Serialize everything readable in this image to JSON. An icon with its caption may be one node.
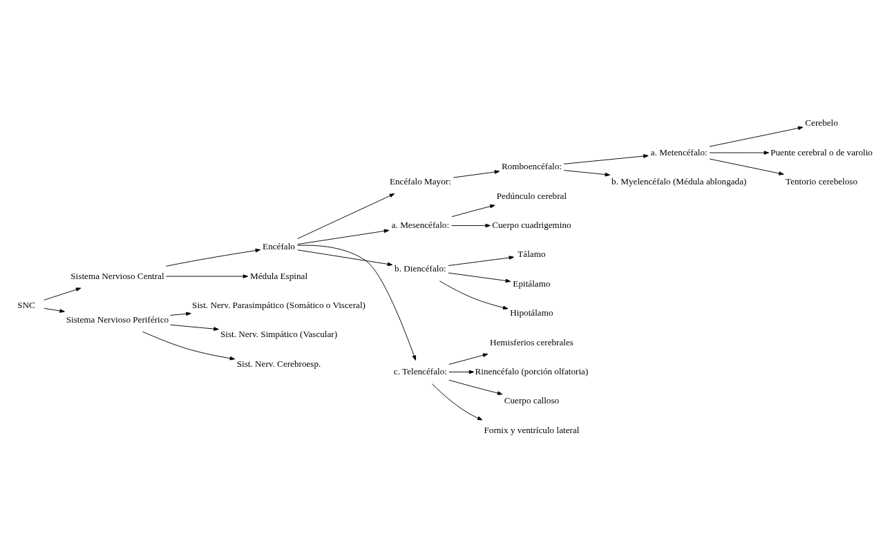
{
  "diagram": {
    "nodes": [
      {
        "text": [
          "SNC"
        ]
      },
      {
        "text": [
          "Sistema Nervioso Central"
        ]
      },
      {
        "text": [
          "Sistema Nervioso Periférico"
        ]
      },
      {
        "text": [
          "Sist. Nerv. Parasimpático (Somático o Visceral)"
        ]
      },
      {
        "text": [
          "Sist. Nerv. Simpático (Vascular)"
        ]
      },
      {
        "text": [
          "Sist. Nerv. Cerebroesp."
        ]
      },
      {
        "text": [
          "Encéfalo"
        ]
      },
      {
        "text": [
          "Médula Espinal"
        ]
      },
      {
        "text": [
          "Encéfalo Mayor:"
        ]
      },
      {
        "text": [
          "Romboencéfalo:"
        ]
      },
      {
        "text": [
          "a. Metencéfalo:"
        ]
      },
      {
        "text": [
          "Cerebelo"
        ]
      },
      {
        "text": [
          "Puente cerebral o de varolio"
        ]
      },
      {
        "text": [
          "Tentorio cerebeloso"
        ]
      },
      {
        "text": [
          "b. Myelencéfalo (Médula ablongada)"
        ]
      },
      {
        "text": [
          "a. Mesencéfalo:"
        ]
      },
      {
        "text": [
          "Pedúnculo cerebral"
        ]
      },
      {
        "text": [
          "Cuerpo cuadrigemino"
        ]
      },
      {
        "text": [
          "b. Diencéfalo:"
        ]
      },
      {
        "text": [
          "Tálamo"
        ]
      },
      {
        "text": [
          "Epitálamo"
        ]
      },
      {
        "text": [
          "Hipotálamo"
        ]
      },
      {
        "text": [
          "c. Telencéfalo:"
        ]
      },
      {
        "text": [
          "Hemisferios cerebrales"
        ]
      },
      {
        "text": [
          "Rinencéfalo (porción olfatoria)"
        ]
      },
      {
        "text": [
          "Cuerpo calloso"
        ]
      },
      {
        "text": [
          "Fornix y ventrículo lateral"
        ]
      }
    ],
    "edges": [
      {
        "from": 0,
        "to": 1,
        "arrow": "to"
      },
      {
        "from": 0,
        "to": 2,
        "arrow": "to"
      },
      {
        "from": 2,
        "to": 3,
        "arrow": "to"
      },
      {
        "from": 2,
        "to": 4,
        "arrow": "to"
      },
      {
        "from": 2,
        "to": 5,
        "arrow": "to"
      },
      {
        "from": 1,
        "to": 6,
        "arrow": "to"
      },
      {
        "from": 1,
        "to": 7,
        "arrow": "to"
      },
      {
        "from": 6,
        "to": 8,
        "arrow": "to"
      },
      {
        "from": 6,
        "to": 15,
        "arrow": "to"
      },
      {
        "from": 6,
        "to": 18,
        "arrow": "to"
      },
      {
        "from": 6,
        "to": 22,
        "arrow": "to"
      },
      {
        "from": 8,
        "to": 9,
        "arrow": "to"
      },
      {
        "from": 9,
        "to": 10,
        "arrow": "to"
      },
      {
        "from": 9,
        "to": 14,
        "arrow": "to"
      },
      {
        "from": 10,
        "to": 11,
        "arrow": "to"
      },
      {
        "from": 10,
        "to": 12,
        "arrow": "to"
      },
      {
        "from": 10,
        "to": 13,
        "arrow": "to"
      },
      {
        "from": 15,
        "to": 16,
        "arrow": "to"
      },
      {
        "from": 15,
        "to": 17,
        "arrow": "to"
      },
      {
        "from": 18,
        "to": 19,
        "arrow": "to"
      },
      {
        "from": 18,
        "to": 20,
        "arrow": "to"
      },
      {
        "from": 18,
        "to": 21,
        "arrow": "to"
      },
      {
        "from": 22,
        "to": 23,
        "arrow": "to"
      },
      {
        "from": 22,
        "to": 24,
        "arrow": "to"
      },
      {
        "from": 22,
        "to": 25,
        "arrow": "to"
      },
      {
        "from": 22,
        "to": 26,
        "arrow": "to"
      }
    ]
  }
}
